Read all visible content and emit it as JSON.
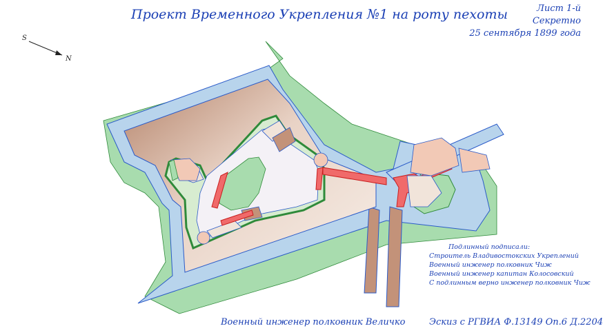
{
  "title": "Проект Временного Укрепления №1 на роту пехоты",
  "sheet": {
    "line1": "Лист 1-й",
    "line2": "Секретно",
    "line3": "25  сентября 1899 года"
  },
  "compass": {
    "south": "S",
    "north": "N"
  },
  "signatures": {
    "heading": "Подлинный подписали:",
    "lines": [
      "Строитель Владивостокских Укреплений",
      "Военный инженер  полковник Чиж",
      "Военный инженер капитан Колосовский",
      "С подлинным верно инженер полковник Чиж"
    ]
  },
  "author": "Военный инженер полковник Величко",
  "archive": "Эскиз с РГВИА Ф.13149 Оп.6 Д.2204",
  "colors": {
    "text": "#1a3fb4",
    "glacis": "#a8dcae",
    "ditch": "#b8d4ec",
    "rampart": "#f1e4da",
    "rampart_shade": "#b4836a",
    "parapet_green": "#2f8a3a",
    "caponier_red": "#f06a6a",
    "interior": "#f4f1f6"
  }
}
